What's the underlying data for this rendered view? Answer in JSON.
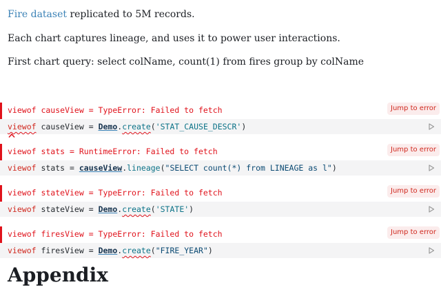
{
  "intro": {
    "link_text": "Fire dataset",
    "line1_rest": " replicated to 5M records.",
    "line2": "Each chart captures lineage, and uses it to power user interactions.",
    "line3": "First chart query: select colName, count(1) from fires group by colName"
  },
  "cells": [
    {
      "error": "viewof causeView = TypeError: Failed to fetch",
      "jump_label": "Jump to error",
      "src": {
        "viewof": "viewof",
        "name": " causeView",
        "eq": " = ",
        "obj": "Demo",
        "dot": ".",
        "method": "create",
        "open": "(",
        "arg": "'STAT_CAUSE_DESCR'",
        "close": ")"
      }
    },
    {
      "error": "viewof stats = RuntimeError: Failed to fetch",
      "jump_label": "Jump to error",
      "src": {
        "viewof": "viewof",
        "name": " stats",
        "eq": " = ",
        "obj": "causeView",
        "dot": ".",
        "method": "lineage",
        "open": "(",
        "arg": "\"SELECT count(*) from LINEAGE as l\"",
        "close": ")"
      }
    },
    {
      "error": "viewof stateView = TypeError: Failed to fetch",
      "jump_label": "Jump to error",
      "src": {
        "viewof": "viewof",
        "name": " stateView",
        "eq": " = ",
        "obj": "Demo",
        "dot": ".",
        "method": "create",
        "open": "(",
        "arg": "'STATE'",
        "close": ")"
      }
    },
    {
      "error": "viewof firesView = TypeError: Failed to fetch",
      "jump_label": "Jump to error",
      "src": {
        "viewof": "viewof",
        "name": " firesView",
        "eq": " = ",
        "obj": "Demo",
        "dot": ".",
        "method": "create",
        "open": "(",
        "arg": "\"FIRE_YEAR\"",
        "close": ")"
      }
    }
  ],
  "appendix_heading": "Appendix",
  "colors": {
    "error": "#e0121b",
    "link": "#3b82b6",
    "code_bg": "#f4f4f5"
  },
  "icons": {
    "run": "play-icon",
    "caret": "caret-up-icon"
  }
}
